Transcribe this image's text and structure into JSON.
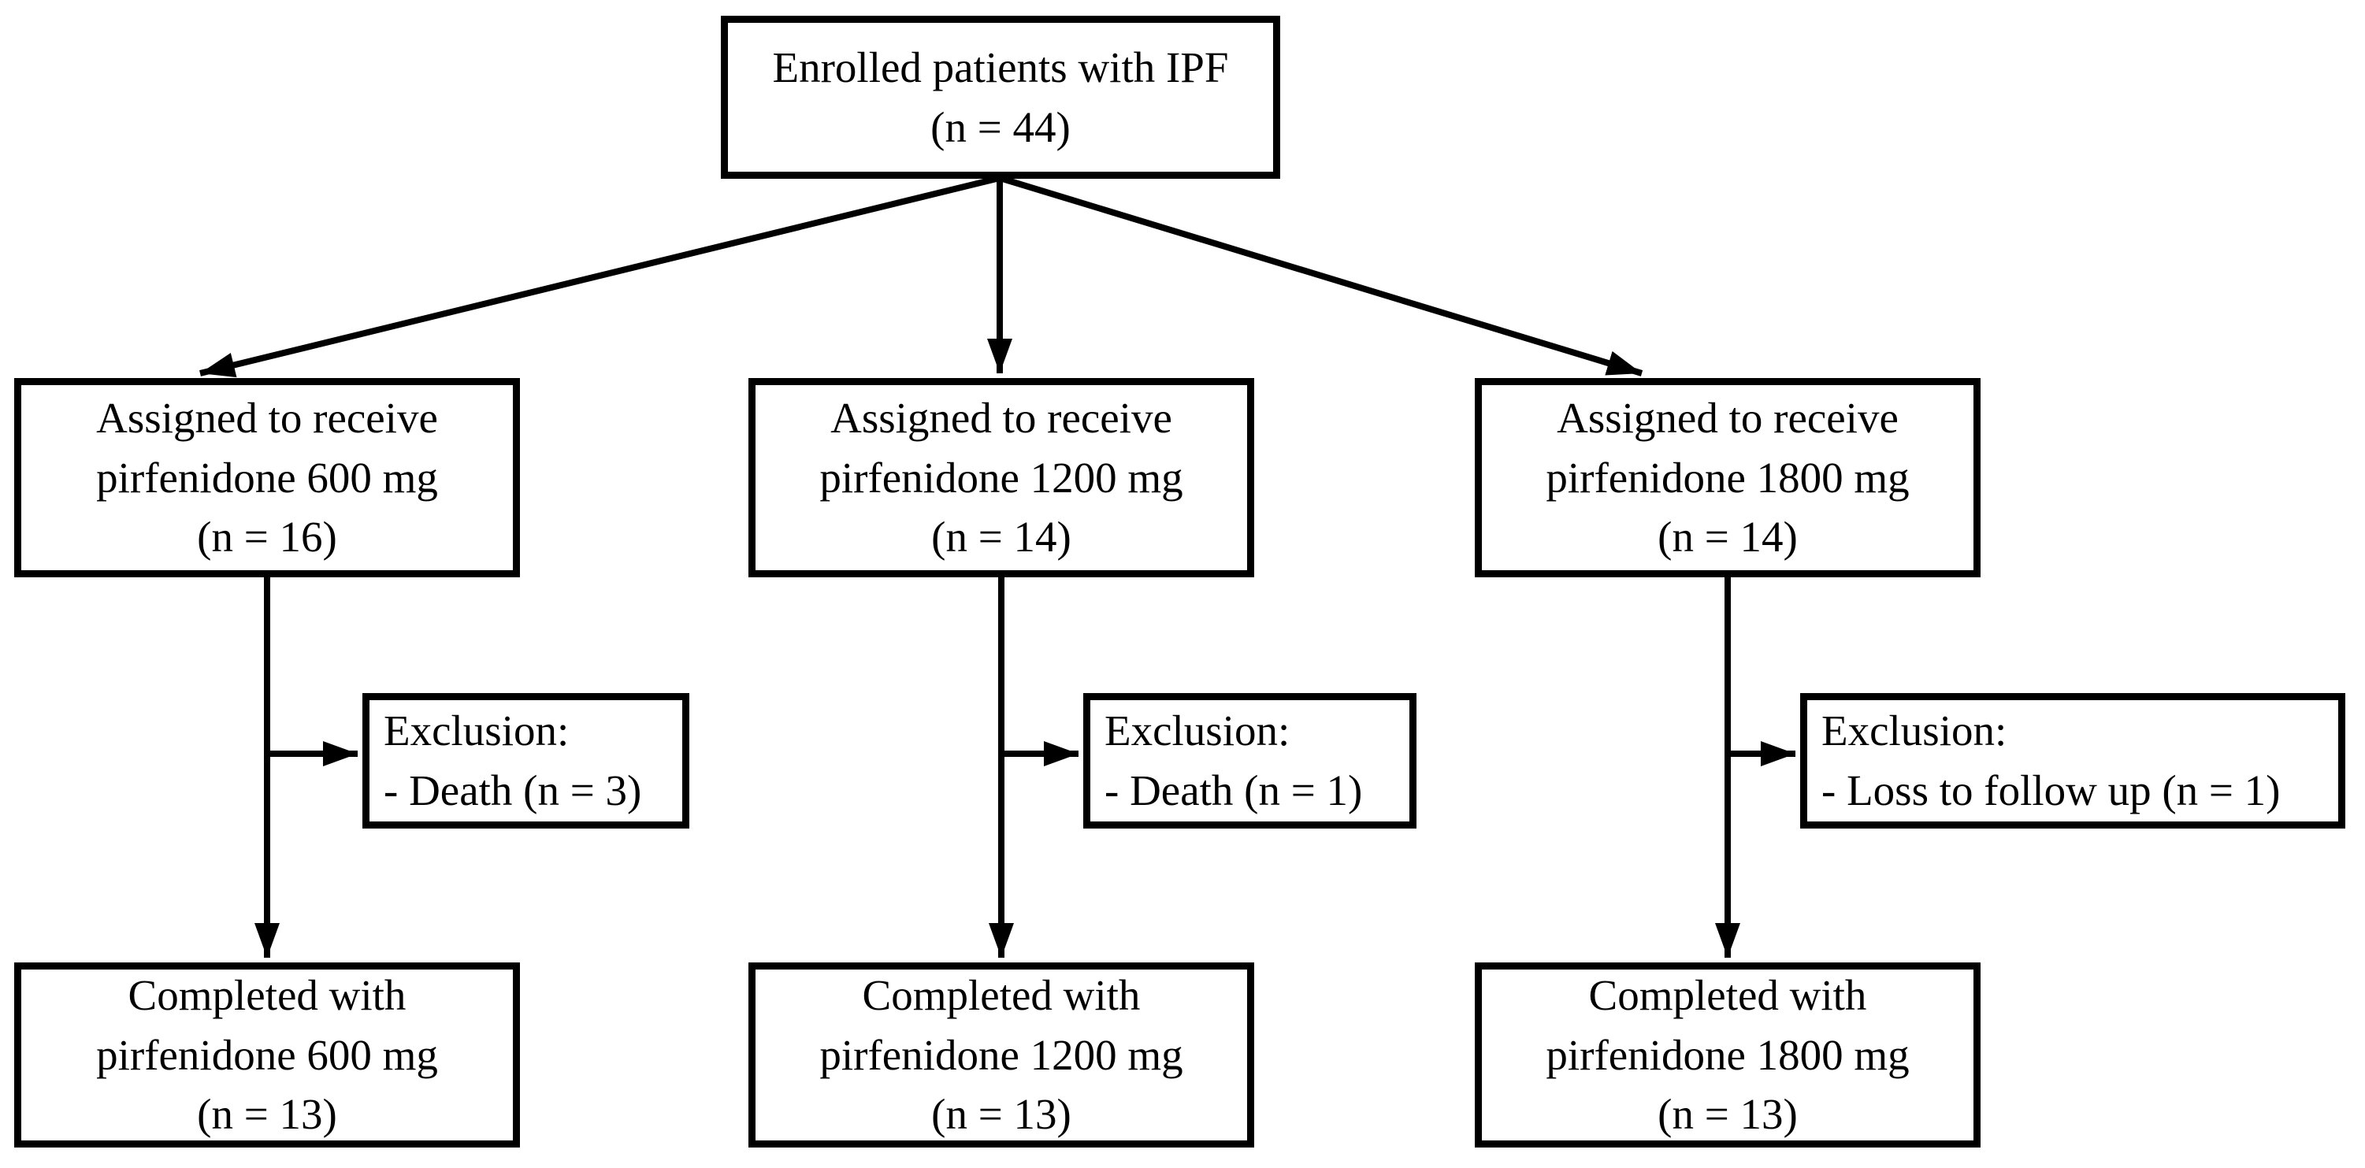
{
  "figure": {
    "background_color": "#ffffff",
    "line_color": "#000000",
    "type": "patient-flow-diagram"
  },
  "nodes": {
    "enrolled": {
      "lines": [
        "Enrolled patients with IPF",
        "(n = 44)"
      ]
    },
    "assigned_600": {
      "lines": [
        "Assigned to receive",
        "pirfenidone 600 mg",
        "(n = 16)"
      ]
    },
    "assigned_1200": {
      "lines": [
        "Assigned to receive",
        "pirfenidone 1200 mg",
        "(n = 14)"
      ]
    },
    "assigned_1800": {
      "lines": [
        "Assigned to receive",
        "pirfenidone 1800 mg",
        "(n = 14)"
      ]
    },
    "exclusion_600": {
      "lines": [
        "Exclusion:",
        "- Death (n = 3)"
      ]
    },
    "exclusion_1200": {
      "lines": [
        "Exclusion:",
        "- Death (n = 1)"
      ]
    },
    "exclusion_1800": {
      "lines": [
        "Exclusion:",
        "- Loss to follow up (n = 1)"
      ]
    },
    "completed_600": {
      "lines": [
        "Completed with",
        "pirfenidone 600 mg",
        "(n = 13)"
      ]
    },
    "completed_1200": {
      "lines": [
        "Completed with",
        "pirfenidone 1200 mg",
        "(n = 13)"
      ]
    },
    "completed_1800": {
      "lines": [
        "Completed with",
        "pirfenidone 1800 mg",
        "(n = 13)"
      ]
    }
  }
}
